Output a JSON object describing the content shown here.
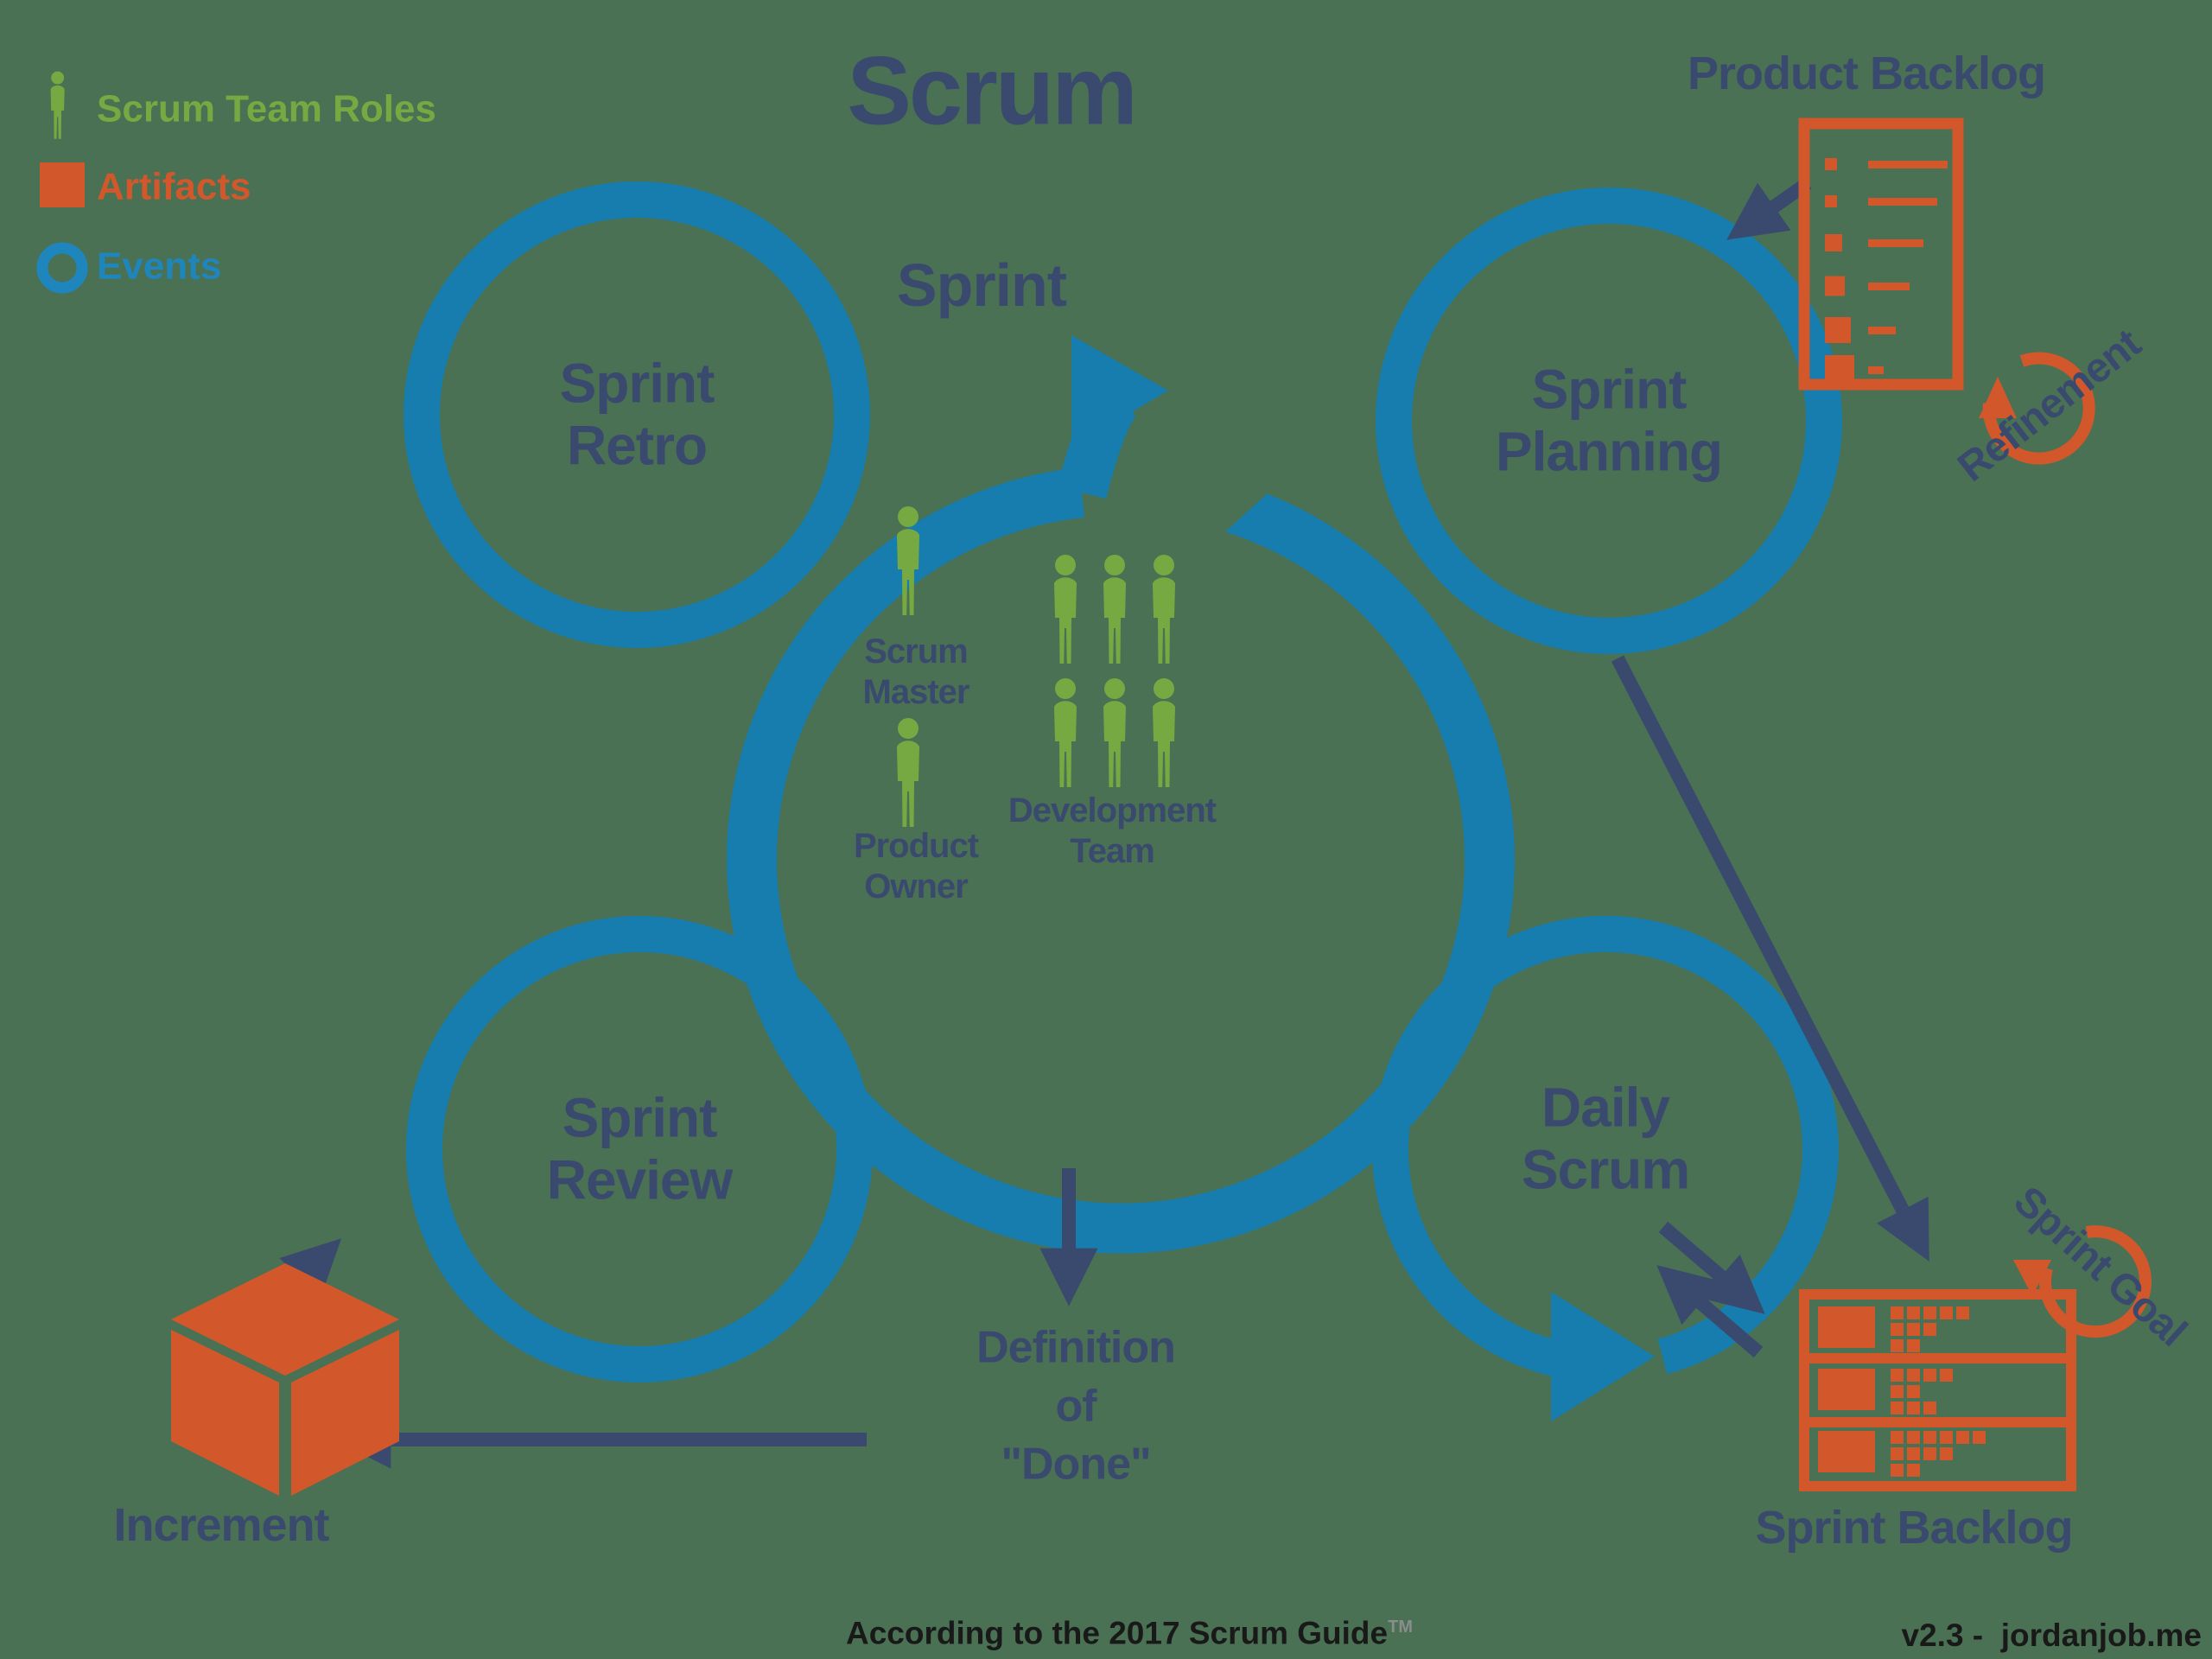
{
  "title": "Scrum",
  "cycle": {
    "label": "Sprint"
  },
  "legend": {
    "roles_label": "Scrum Team Roles",
    "artifacts_label": "Artifacts",
    "events_label": "Events"
  },
  "events": {
    "retro": "Sprint Retro",
    "planning": "Sprint Planning",
    "review": "Sprint Review",
    "daily": "Daily Scrum"
  },
  "roles": {
    "scrum_master": "Scrum Master",
    "product_owner": "Product Owner",
    "dev_team": "Development Team"
  },
  "artifacts": {
    "product_backlog": "Product Backlog",
    "sprint_backlog": "Sprint Backlog",
    "increment": "Increment"
  },
  "annotations": {
    "refinement": "Refinement",
    "sprint_goal": "Sprint Goal",
    "dod_lines": [
      "Definition",
      "of",
      "\"Done\""
    ]
  },
  "footer": {
    "attribution": "According to the 2017 Scrum Guide",
    "trademark": "TM",
    "version": "v2.3 -  jordanjob.me"
  },
  "colors": {
    "background": "#4A7153",
    "event_blue": "#167DAE",
    "text_navy": "#3A4A6E",
    "artifact_orange": "#D2582B",
    "role_green": "#77A943",
    "footer_black": "#191919",
    "trademark_gray": "#8C8C8C"
  },
  "icons": {
    "product_backlog_rows": [
      {
        "sq": 14,
        "line": 92
      },
      {
        "sq": 14,
        "line": 80
      },
      {
        "sq": 20,
        "line": 64
      },
      {
        "sq": 23,
        "line": 48
      },
      {
        "sq": 30,
        "line": 32
      },
      {
        "sq": 34,
        "line": 18
      }
    ],
    "sprint_backlog_bands": [
      [
        5,
        3,
        2
      ],
      [
        4,
        2,
        3
      ],
      [
        6,
        4,
        2
      ]
    ]
  }
}
